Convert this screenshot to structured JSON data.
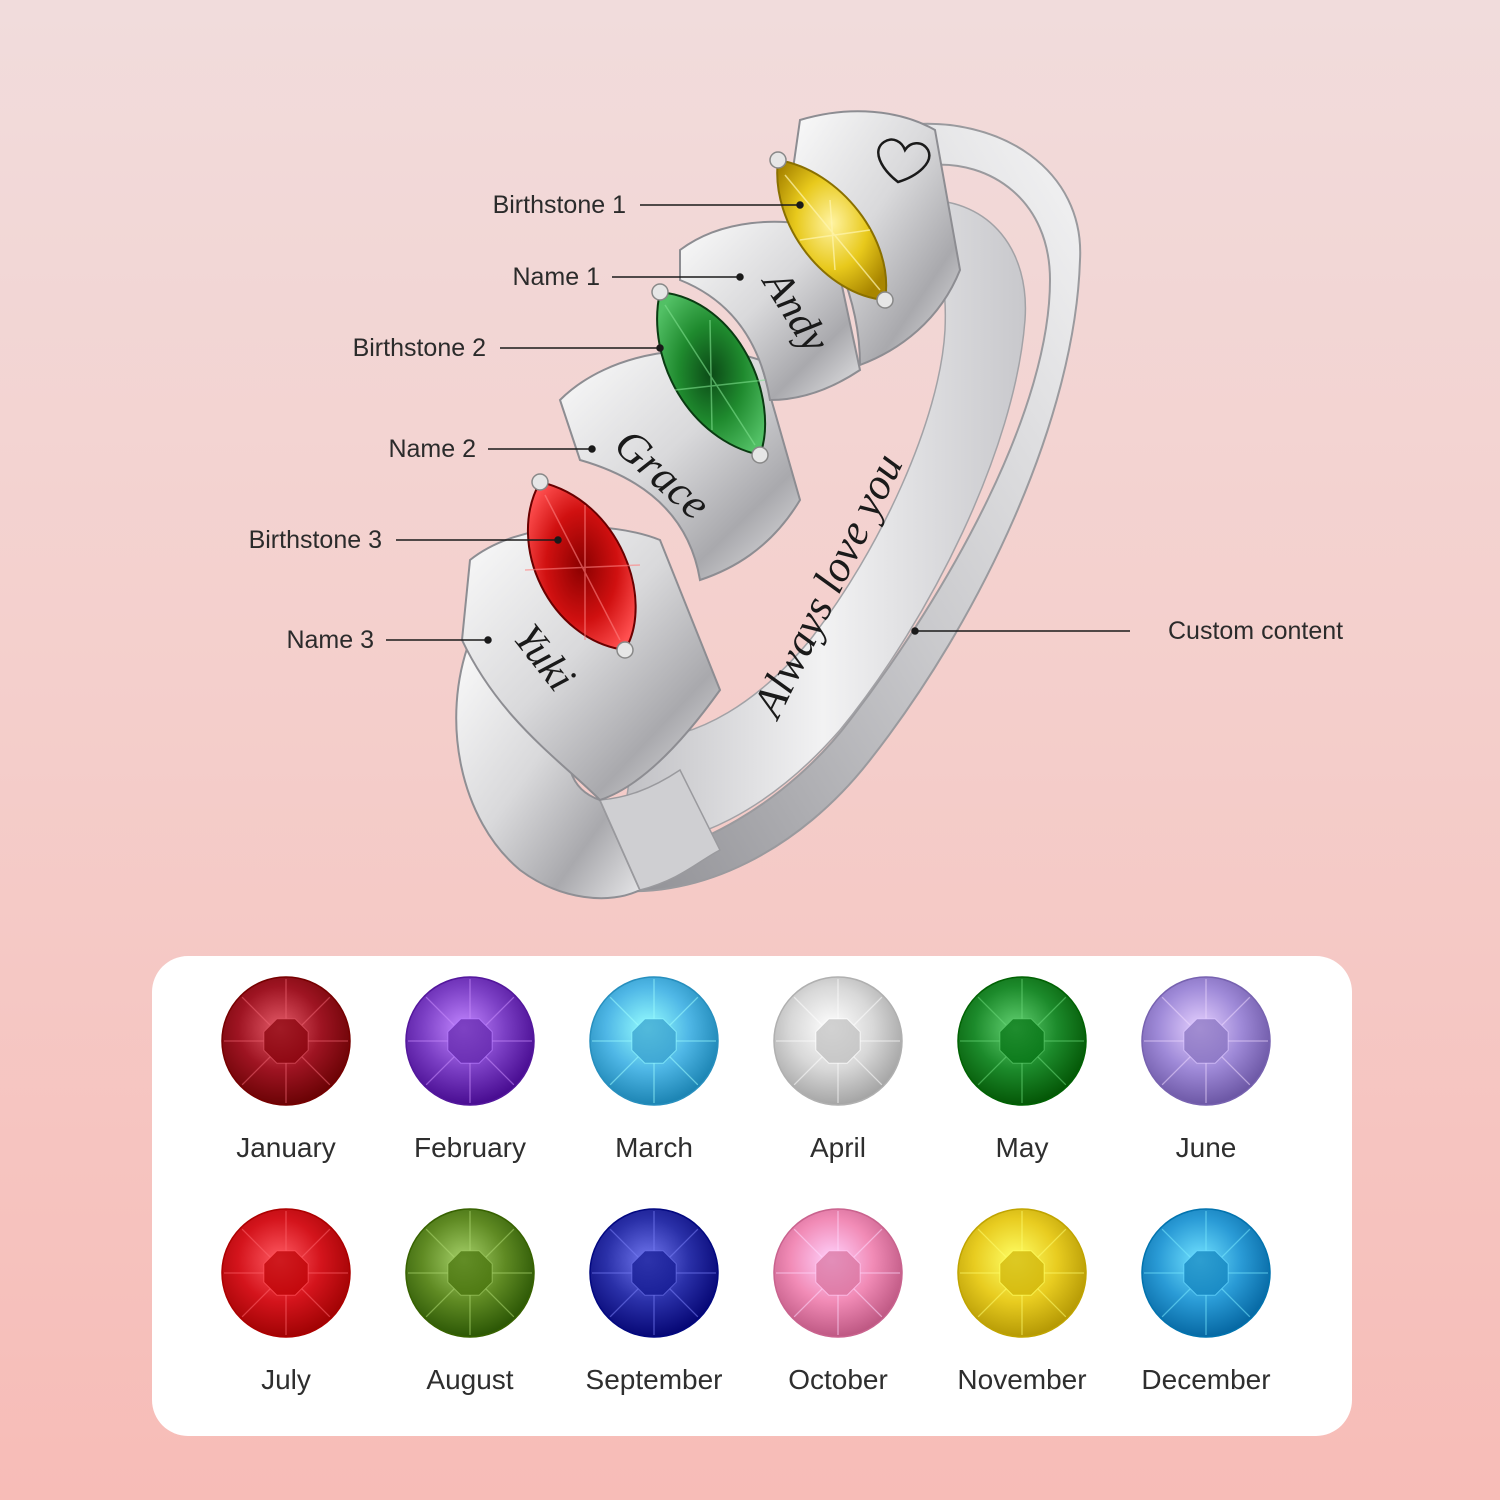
{
  "ring": {
    "callouts": [
      {
        "id": "birthstone-1",
        "label": "Birthstone 1"
      },
      {
        "id": "name-1",
        "label": "Name 1"
      },
      {
        "id": "birthstone-2",
        "label": "Birthstone 2"
      },
      {
        "id": "name-2",
        "label": "Name 2"
      },
      {
        "id": "birthstone-3",
        "label": "Birthstone 3"
      },
      {
        "id": "name-3",
        "label": "Name 3"
      },
      {
        "id": "custom-content",
        "label": "Custom content"
      }
    ],
    "engravings": {
      "name_1": "Andy",
      "name_2": "Grace",
      "name_3": "Yuki",
      "inner_text": "Always love you"
    },
    "setting_stones": [
      {
        "slot": 1,
        "color": "#e8c91c"
      },
      {
        "slot": 2,
        "color": "#1f8a2e"
      },
      {
        "slot": 3,
        "color": "#d01010"
      }
    ],
    "heart_icon": "heart-outline-icon"
  },
  "birthstones": [
    {
      "month": "January",
      "color": "#9e1422"
    },
    {
      "month": "February",
      "color": "#7b3fc4"
    },
    {
      "month": "March",
      "color": "#4fb7e6"
    },
    {
      "month": "April",
      "color": "#d8d8d8"
    },
    {
      "month": "May",
      "color": "#1c8a2b"
    },
    {
      "month": "June",
      "color": "#9f8ad8"
    },
    {
      "month": "July",
      "color": "#d4141c"
    },
    {
      "month": "August",
      "color": "#5f8a23"
    },
    {
      "month": "September",
      "color": "#2a30a8"
    },
    {
      "month": "October",
      "color": "#f18bb6"
    },
    {
      "month": "November",
      "color": "#e8cc20"
    },
    {
      "month": "December",
      "color": "#2a9bd6"
    }
  ]
}
